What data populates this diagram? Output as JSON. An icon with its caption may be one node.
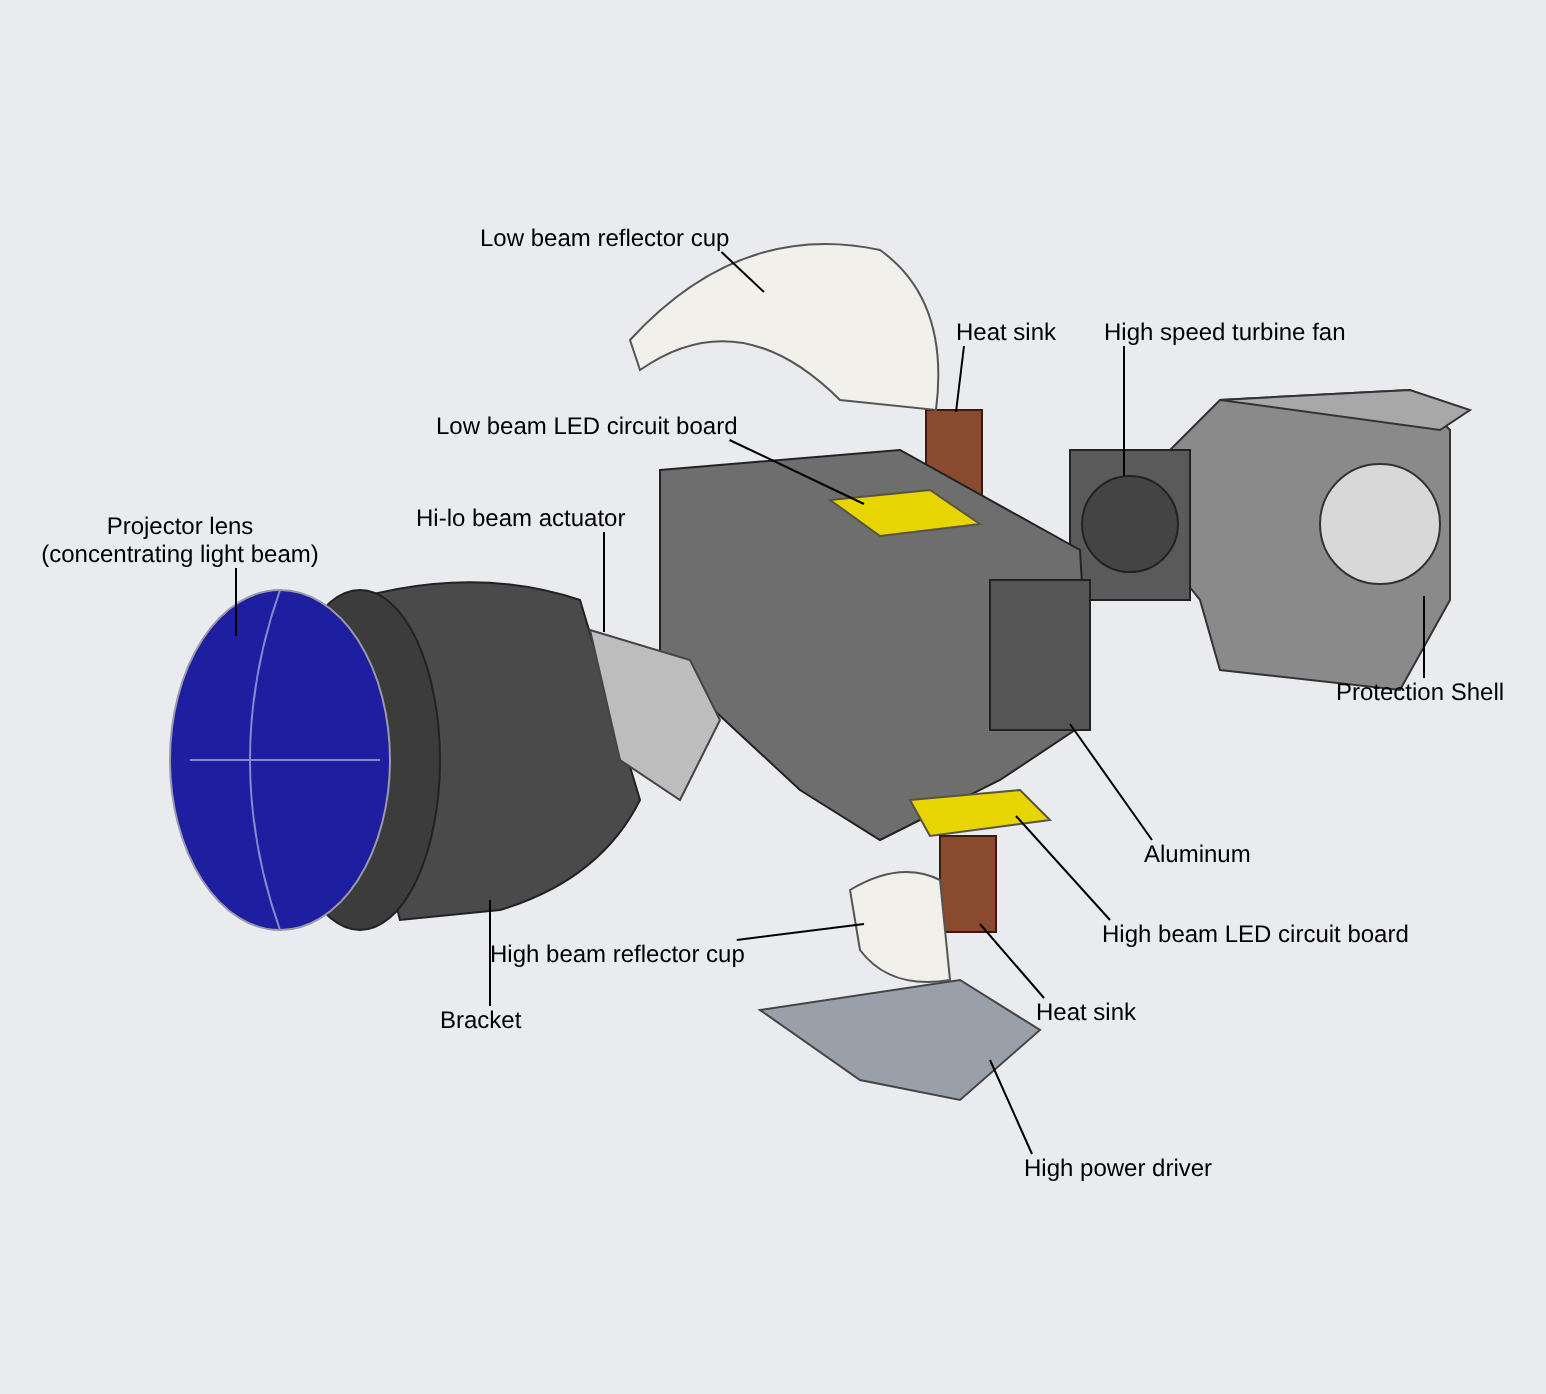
{
  "diagram": {
    "nodes": [
      {
        "text": [
          "Low beam reflector cup"
        ]
      },
      {
        "text": [
          "Heat sink"
        ]
      },
      {
        "text": [
          "High speed turbine fan"
        ]
      },
      {
        "text": [
          "Low beam LED circuit board"
        ]
      },
      {
        "text": [
          "Hi-lo beam actuator"
        ]
      },
      {
        "text": [
          "Projector lens (concentrating light beam)"
        ]
      },
      {
        "text": [
          "Protection Shell"
        ]
      },
      {
        "text": [
          "Aluminum"
        ]
      },
      {
        "text": [
          "High beam LED circuit board"
        ]
      },
      {
        "text": [
          "High beam reflector cup"
        ]
      },
      {
        "text": [
          "Heat sink"
        ]
      },
      {
        "text": [
          "Bracket"
        ]
      },
      {
        "text": [
          "High power driver"
        ]
      }
    ],
    "edges": [
      {
        "from": 0,
        "to": null,
        "arrow": "none"
      },
      {
        "from": 1,
        "to": null,
        "arrow": "none"
      },
      {
        "from": 2,
        "to": null,
        "arrow": "none"
      },
      {
        "from": 3,
        "to": null,
        "arrow": "none"
      },
      {
        "from": 4,
        "to": null,
        "arrow": "none"
      },
      {
        "from": 5,
        "to": null,
        "arrow": "none"
      },
      {
        "from": 6,
        "to": null,
        "arrow": "none"
      },
      {
        "from": 7,
        "to": null,
        "arrow": "none"
      },
      {
        "from": 8,
        "to": null,
        "arrow": "none"
      },
      {
        "from": 9,
        "to": null,
        "arrow": "none"
      },
      {
        "from": 10,
        "to": null,
        "arrow": "none"
      },
      {
        "from": 11,
        "to": null,
        "arrow": "none"
      },
      {
        "from": 12,
        "to": null,
        "arrow": "none"
      }
    ]
  }
}
